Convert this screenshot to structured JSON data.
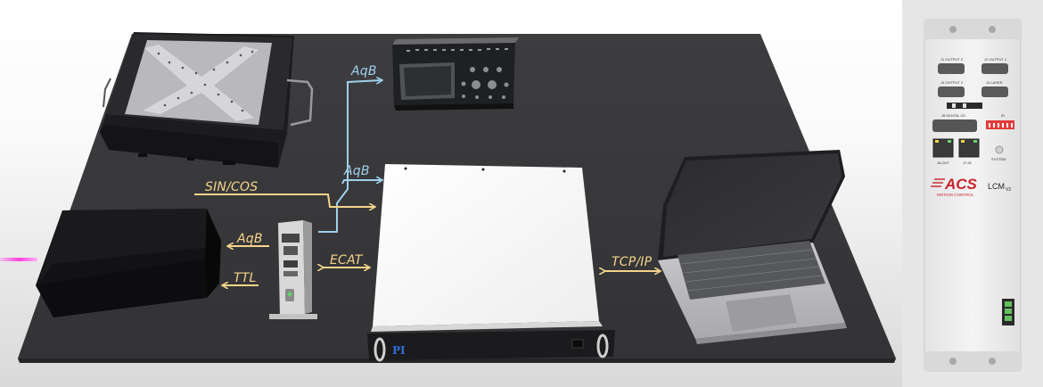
{
  "colors": {
    "yellow": "#f4d48a",
    "blue": "#9fd0ea",
    "table": "#3a3a3c",
    "laser": "#ff3fe0"
  },
  "signals": {
    "aqb_scope": "AqB",
    "aqb_stage": "AqB",
    "sincos": "SIN/COS",
    "aqb_laser": "AqB",
    "ttl": "TTL",
    "ecat": "ECAT",
    "tcpip": "TCP/IP"
  },
  "controller": {
    "brand": "PI"
  },
  "lcm_module": {
    "brand": "ACS",
    "brand_sub": "MOTION CONTROL",
    "model": "LCM",
    "model_suffix": "V2",
    "ports": {
      "j1": "J1 OUTPUT 0",
      "j2": "J2 OUTPUT 1",
      "j3": "J3 OUTPUT 2",
      "j4": "J4 LASER",
      "j5": "J5 DIGITAL I/O",
      "id": "ID",
      "j6": "J6-OUT",
      "j7": "J7-IN",
      "system": "SYSTEM"
    }
  }
}
